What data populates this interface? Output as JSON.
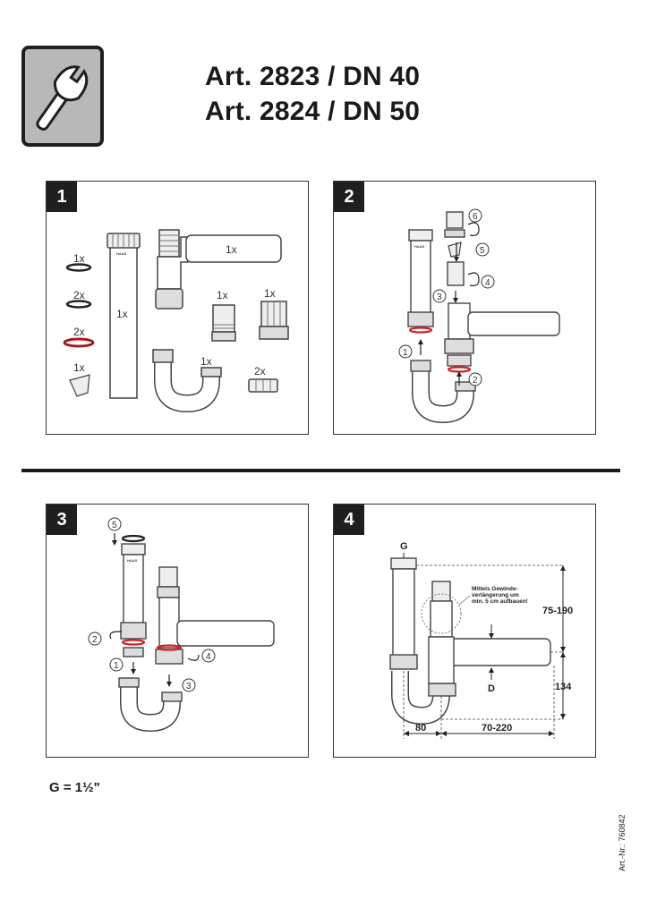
{
  "header": {
    "title_line1": "Art. 2823 / DN 40",
    "title_line2": "Art. 2824 / DN 50"
  },
  "icons": {
    "tool": "wrench-icon"
  },
  "colors": {
    "accent_red": "#d32027",
    "icon_bg": "#b8b8b8",
    "dark": "#1f1f1f"
  },
  "steps": [
    {
      "number": "1",
      "part_counts": {
        "seal_black_1": "1x",
        "seal_black_2": "2x",
        "seal_red": "2x",
        "valve_flap": "1x",
        "tube": "1x",
        "branch_pipe": "1x",
        "nipple": "1x",
        "nut_piece": "1x",
        "u_bend": "1x",
        "nuts": "2x"
      }
    },
    {
      "number": "2",
      "callouts": [
        "1",
        "2",
        "3",
        "4",
        "5",
        "6"
      ]
    },
    {
      "number": "3",
      "callouts": [
        "1",
        "2",
        "3",
        "4",
        "5"
      ]
    },
    {
      "number": "4",
      "labels": {
        "g": "G",
        "d": "D",
        "dim_80": "80",
        "dim_70_220": "70-220",
        "dim_75_190": "75-190",
        "dim_134": "134",
        "note_line1": "Mittels Gewinde-",
        "note_line2": "verlängerung um",
        "note_line3": "min. 5 cm aufbauen!"
      }
    }
  ],
  "brand_mark": "HAAS",
  "footer": {
    "g_note": "G = 1½\"",
    "art_nr": "Art.-Nr.: 760842"
  }
}
